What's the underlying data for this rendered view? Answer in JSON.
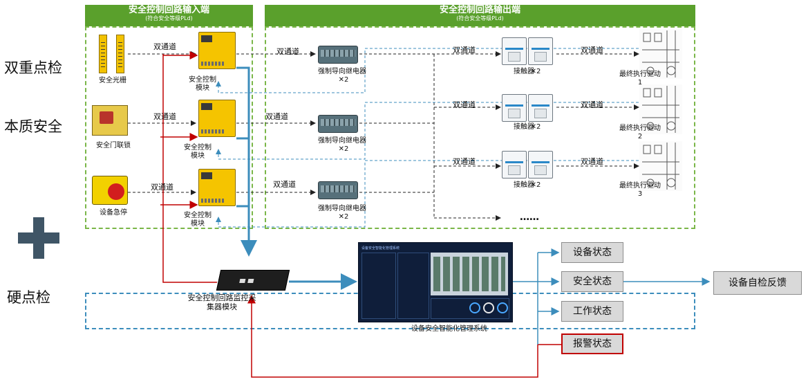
{
  "side_labels": {
    "dual_check": "双重点检",
    "intrinsic": "本质安全",
    "hard_check": "硬点检"
  },
  "input_section": {
    "title": "安全控制回路输入端",
    "subtitle": "(符合安全等级PLd)"
  },
  "output_section": {
    "title": "安全控制回路输出端",
    "subtitle": "(符合安全等级PLd)"
  },
  "channel_label": "双通道",
  "inputs": [
    {
      "device": "安全光栅",
      "module": "安全控制\n模块"
    },
    {
      "device": "安全门联锁",
      "module": "安全控制\n模块"
    },
    {
      "device": "设备急停",
      "module": "安全控制\n模块"
    }
  ],
  "relays": {
    "label": "强制导向继电器",
    "multiplier": "✕2"
  },
  "contactors": {
    "label": "接触器",
    "multiplier": "✕2"
  },
  "actuators": [
    "最终执行驱动\n1",
    "最终执行驱动\n2",
    "最终执行驱动\n3"
  ],
  "ellipsis": "……",
  "collector_label": "安全控制回路监控采\n集器模块",
  "system_label": "设备安全智能化管理系统",
  "screen_title": "设备安全智能化管理系统",
  "states": [
    "设备状态",
    "安全状态",
    "工作状态",
    "报警状态"
  ],
  "feedback": "设备自检反馈",
  "colors": {
    "green": "#5aa02c",
    "blue": "#3c8dbc",
    "red": "#c00000"
  }
}
